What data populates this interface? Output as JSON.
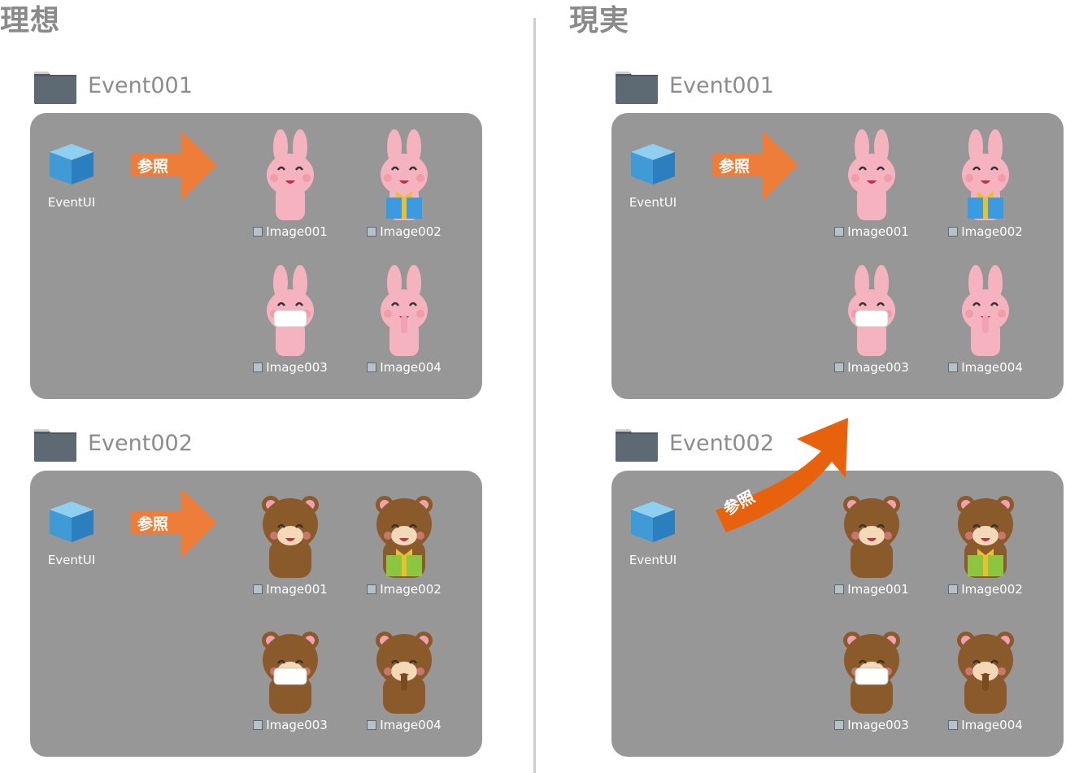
{
  "sides": [
    {
      "title": "理想",
      "events": [
        {
          "name": "Event001",
          "ui_label": "EventUI",
          "arrow_label": "参照",
          "show_arrow": true,
          "character": "rabbit",
          "images": [
            {
              "label": "Image001",
              "variant": "plain"
            },
            {
              "label": "Image002",
              "variant": "gift"
            },
            {
              "label": "Image003",
              "variant": "mask"
            },
            {
              "label": "Image004",
              "variant": "shush"
            }
          ]
        },
        {
          "name": "Event002",
          "ui_label": "EventUI",
          "arrow_label": "参照",
          "show_arrow": true,
          "character": "bear",
          "images": [
            {
              "label": "Image001",
              "variant": "plain"
            },
            {
              "label": "Image002",
              "variant": "gift"
            },
            {
              "label": "Image003",
              "variant": "mask"
            },
            {
              "label": "Image004",
              "variant": "shush"
            }
          ]
        }
      ]
    },
    {
      "title": "現実",
      "events": [
        {
          "name": "Event001",
          "ui_label": "EventUI",
          "arrow_label": "参照",
          "show_arrow": true,
          "character": "rabbit",
          "images": [
            {
              "label": "Image001",
              "variant": "plain"
            },
            {
              "label": "Image002",
              "variant": "gift"
            },
            {
              "label": "Image003",
              "variant": "mask"
            },
            {
              "label": "Image004",
              "variant": "shush"
            }
          ]
        },
        {
          "name": "Event002",
          "ui_label": "EventUI",
          "arrow_label": "",
          "show_arrow": false,
          "character": "bear",
          "images": [
            {
              "label": "Image001",
              "variant": "plain"
            },
            {
              "label": "Image002",
              "variant": "gift"
            },
            {
              "label": "Image003",
              "variant": "mask"
            },
            {
              "label": "Image004",
              "variant": "shush"
            }
          ]
        }
      ]
    }
  ],
  "cross_arrow": {
    "label": "参照"
  },
  "colors": {
    "panel": "#979797",
    "arrow": "#ef7d3a",
    "cross_arrow": "#e8620e",
    "rabbit": "#f5b3c0",
    "bear": "#8b5a2b"
  }
}
